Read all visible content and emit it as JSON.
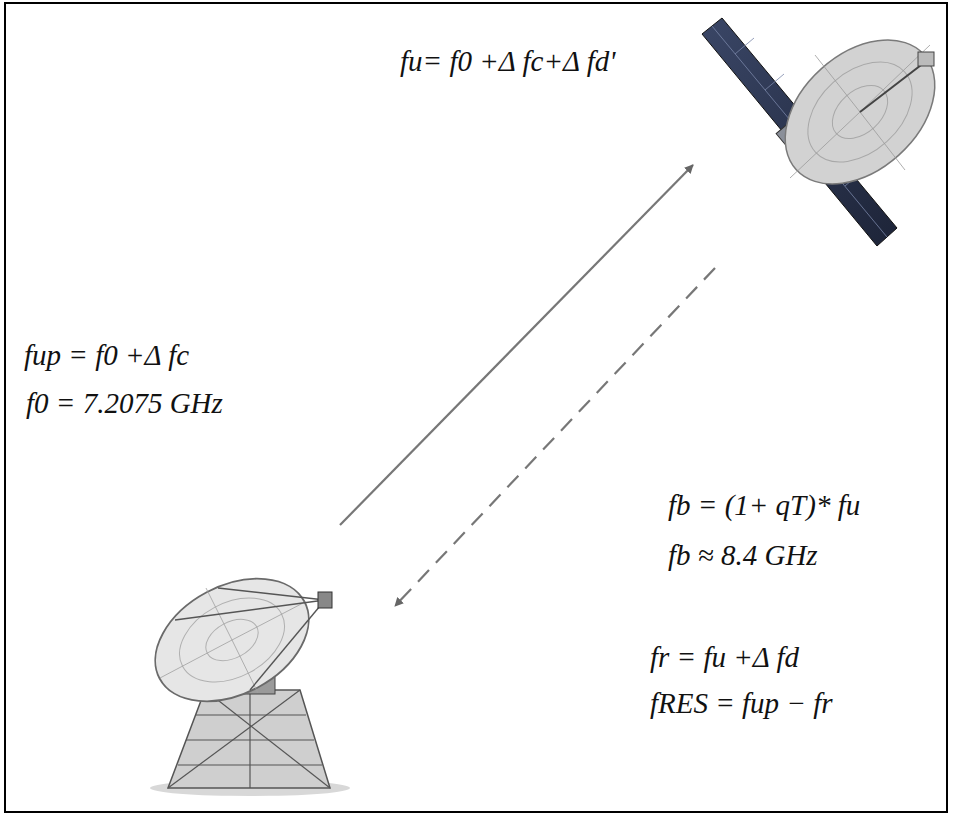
{
  "diagram": {
    "labels": [
      "fu= f0 +Δ fc+Δ fd'",
      "fup = f0 +Δ fc",
      "f0 = 7.2075 GHz",
      "fb = (1+ qT)* fu",
      "fb ≈ 8.4 GHz",
      "fr = fu +Δ fd",
      "fRES = fup − fr"
    ]
  }
}
